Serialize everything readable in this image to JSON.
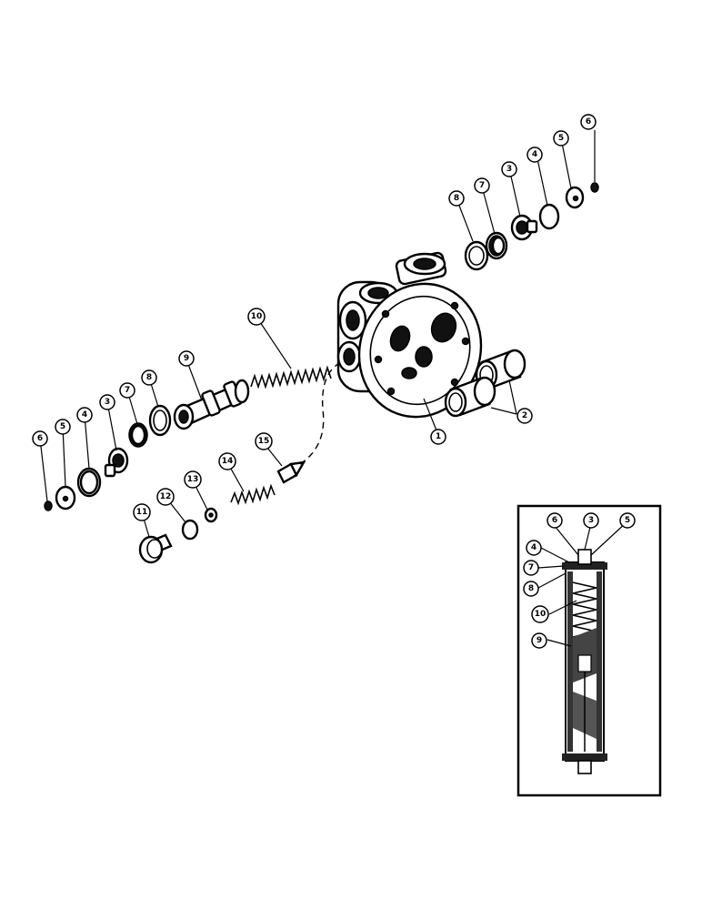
{
  "diagram": {
    "callouts": {
      "c1": "1",
      "c2": "2",
      "r3": "3",
      "r4": "4",
      "r5": "5",
      "r6": "6",
      "r7": "7",
      "r8": "8",
      "l3": "3",
      "l4": "4",
      "l5": "5",
      "l6": "6",
      "l7": "7",
      "l8": "8",
      "l9": "9",
      "l10": "10",
      "l11": "11",
      "l12": "12",
      "l13": "13",
      "l14": "14",
      "l15": "15"
    },
    "inset": {
      "c6": "6",
      "c3": "3",
      "c5": "5",
      "c4": "4",
      "c7": "7",
      "c8": "8",
      "c10": "10",
      "c9": "9"
    }
  }
}
